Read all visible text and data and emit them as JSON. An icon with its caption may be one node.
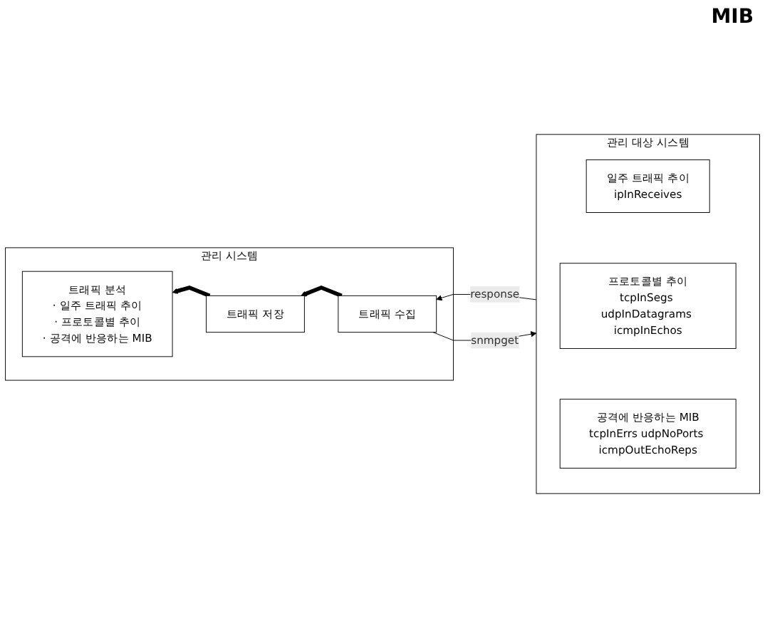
{
  "diagram": {
    "nodes": [
      {
        "text": [
          "관리 시스템"
        ]
      },
      {
        "text": [
          "트래픽 수집"
        ],
        "in": 0
      },
      {
        "text": [
          "트래픽 저장"
        ],
        "in": 0
      },
      {
        "text": [
          "트래픽 분석",
          "· 일주 트래픽 추이",
          "· 프로토콜별 추이",
          "· 공격에 반응하는 MIB"
        ],
        "in": 0
      },
      {
        "text": [
          "관리 대상 시스템"
        ]
      },
      {
        "text": [
          "일주 트래픽 추이",
          "ipInReceives"
        ],
        "in": 4
      },
      {
        "text": [
          "프로토콜별 추이",
          "tcpInSegs udpInDatagrams icmpInEchos"
        ],
        "in": 4
      },
      {
        "text": [
          "공격에 반응하는 MIB",
          "tcpInErrs udpNoPorts icmpOutEchoReps"
        ],
        "in": 4
      }
    ],
    "edges": [
      {
        "from": 1,
        "to": 4,
        "arrow": "to",
        "label": "snmpget"
      },
      {
        "from": 4,
        "to": 1,
        "arrow": "to",
        "label": "response"
      },
      {
        "from": 1,
        "to": 2,
        "arrow": "to",
        "style": "thick"
      },
      {
        "from": 2,
        "to": 3,
        "arrow": "to",
        "style": "thick"
      }
    ],
    "labels": [
      "MIB"
    ]
  }
}
